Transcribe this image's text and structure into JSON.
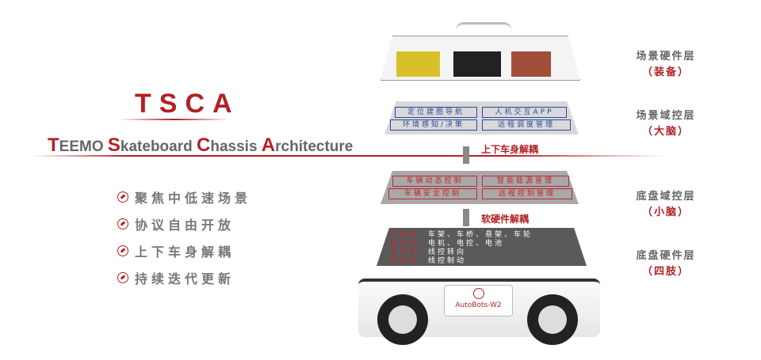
{
  "title": "TSCA",
  "subtitle": {
    "parts": [
      {
        "cap": "T",
        "rest": "EEMO "
      },
      {
        "cap": "S",
        "rest": "kateboard "
      },
      {
        "cap": "C",
        "rest": "hassis "
      },
      {
        "cap": "A",
        "rest": "rchitecture"
      }
    ]
  },
  "bullets": [
    "聚焦中低速场景",
    "协议自由开放",
    "上下车身解耦",
    "持续迭代更新"
  ],
  "layers": [
    {
      "name": "场景硬件层",
      "sub": "（装备）"
    },
    {
      "name": "场景域控层",
      "sub": "（大脑）"
    },
    {
      "name": "底盘域控层",
      "sub": "（小脑）"
    },
    {
      "name": "底盘硬件层",
      "sub": "（四肢）"
    }
  ],
  "scene_domain": [
    "定位建图导航",
    "人机交互APP",
    "环境感知/决策",
    "远程调度管理"
  ],
  "chassis_domain": [
    "车辆动态控制",
    "智能能源管理",
    "车辆安全控制",
    "远程控制管理"
  ],
  "decouple": [
    "上下车身解耦",
    "软硬件解耦"
  ],
  "hardware": [
    {
      "k": "行驶系：",
      "v": "车架、车桥、悬架、车轮"
    },
    {
      "k": "驱动系：",
      "v": "电机、电控、电池"
    },
    {
      "k": "转向系：",
      "v": "线控转向"
    },
    {
      "k": "制动系：",
      "v": "线控制动"
    }
  ],
  "vehicle_label": "AutoBots-W2"
}
